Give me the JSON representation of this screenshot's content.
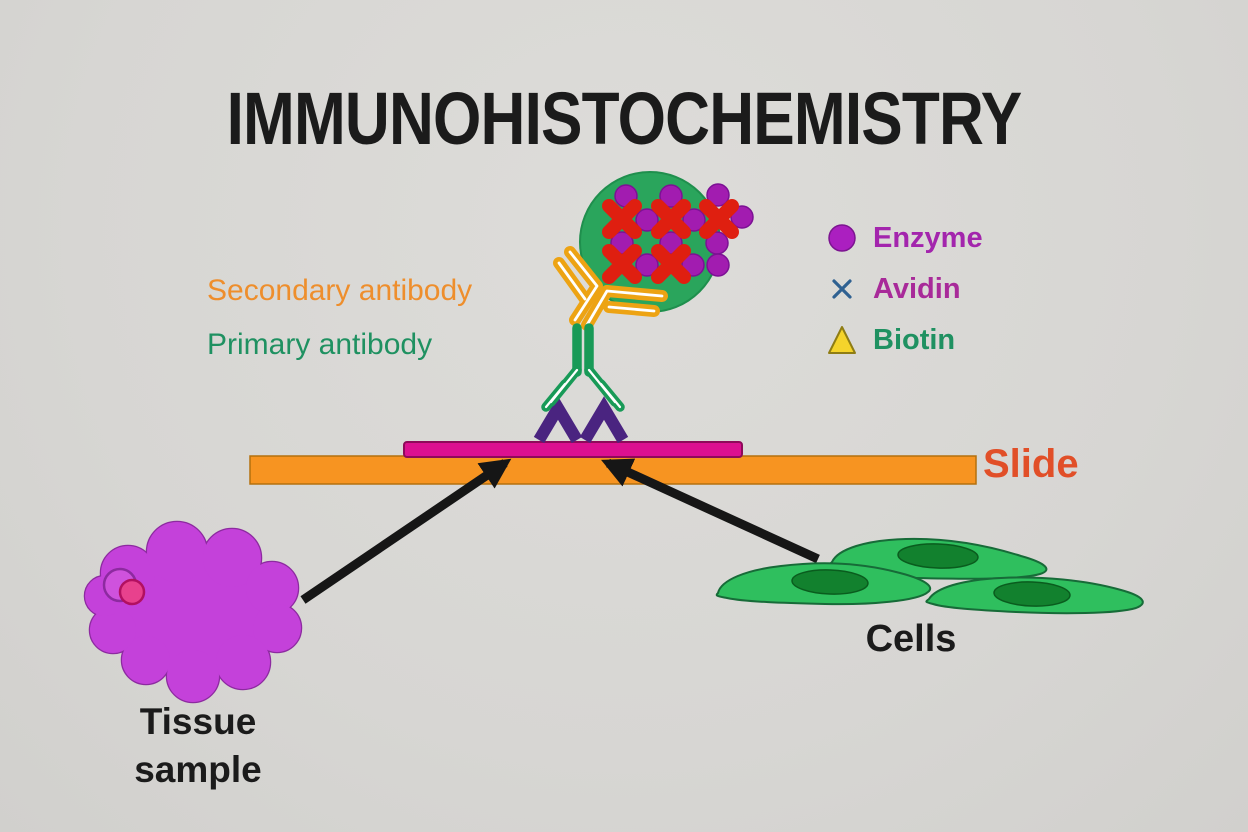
{
  "title": {
    "text": "IMMUNOHISTOCHEMISTRY"
  },
  "annotations": {
    "secondary_antibody": "Secondary antibody",
    "primary_antibody": "Primary antibody",
    "slide": "Slide",
    "cells": "Cells",
    "tissue_sample": "Tissue\nsample"
  },
  "legend": {
    "items": [
      {
        "label": "Enzyme",
        "icon": "enzyme-dot-icon",
        "icon_color": "#ab1fc0",
        "label_color": "#a325ad"
      },
      {
        "label": "Avidin",
        "icon": "avidin-cross-icon",
        "icon_color": "#2f6191",
        "label_color": "#a82a99"
      },
      {
        "label": "Biotin",
        "icon": "biotin-triangle-icon",
        "icon_color": "#f5d42b",
        "label_color": "#1f9161"
      }
    ]
  },
  "colors": {
    "background": "#d7d6d3",
    "title_text": "#1b1b1b",
    "secondary_label": "#ee8e2c",
    "primary_label": "#1f9161",
    "slide_label": "#e14f28",
    "slide_bar": "#f79421",
    "tissue_strip": "#dc1090",
    "complex_circle": "#2aa55c",
    "enzyme_dot": "#a21cb0",
    "cross_red": "#df1f10",
    "secondary_antibody": "#eda313",
    "primary_antibody": "#189a57",
    "antigen_chevron": "#4a2480",
    "tissue_blob": "#c441da",
    "tissue_knob_pink": "#e8418d",
    "cell_fill": "#2fbf5e",
    "cell_nucleus": "#12812e",
    "arrow": "#161616"
  }
}
